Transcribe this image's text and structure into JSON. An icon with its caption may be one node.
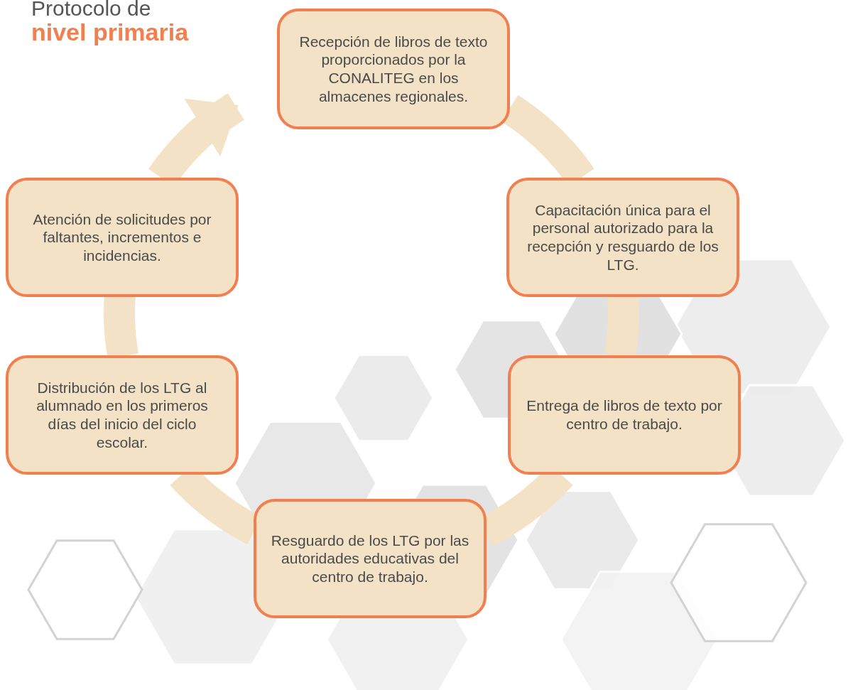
{
  "diagram": {
    "title": "Protocolo de **nivel primaria**",
    "nodes": [
      {
        "text": [
          "Recepción de libros de texto proporcionados por la CONALITEG en los almacenes regionales."
        ]
      },
      {
        "text": [
          "Capacitación única para el personal autorizado para la recepción y resguardo de los LTG."
        ]
      },
      {
        "text": [
          "Entrega de libros de texto por centro de trabajo."
        ]
      },
      {
        "text": [
          "Resguardo de los LTG por las autoridades educativas del centro de trabajo."
        ]
      },
      {
        "text": [
          "Distribución de los LTG al alumnado en los primeros días del inicio del ciclo escolar."
        ]
      },
      {
        "text": [
          "Atención de solicitudes por faltantes, incrementos e incidencias."
        ]
      }
    ],
    "edges": [
      {
        "from": 0,
        "to": 1,
        "arrow": "none"
      },
      {
        "from": 1,
        "to": 2,
        "arrow": "none"
      },
      {
        "from": 2,
        "to": 3,
        "arrow": "none"
      },
      {
        "from": 3,
        "to": 4,
        "arrow": "none"
      },
      {
        "from": 4,
        "to": 5,
        "arrow": "none"
      },
      {
        "from": 5,
        "to": 0,
        "arrow": "to"
      }
    ]
  }
}
